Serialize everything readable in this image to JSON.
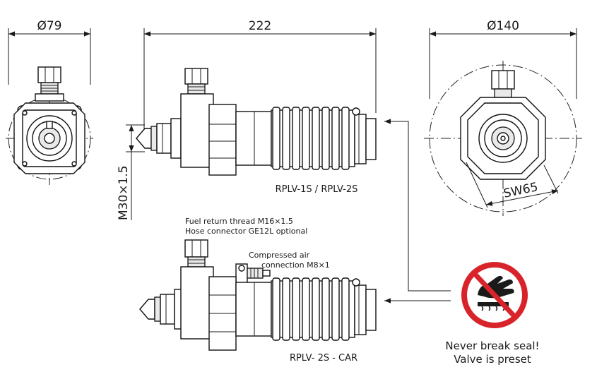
{
  "dimensions": {
    "left_diameter": "Ø79",
    "length": "222",
    "right_diameter": "Ø140",
    "thread": "M30×1.5",
    "wrench": "SW65"
  },
  "labels": {
    "top_model": "RPLV-1S / RPLV-2S",
    "bottom_model": "RPLV- 2S - CAR",
    "fuel_return_line1": "Fuel return thread  M16×1.5",
    "fuel_return_line2": "Hose connector GE12L optional",
    "compressed_air_line1": "Compressed air",
    "compressed_air_line2": "connection M8×1",
    "warning_line1": "Never break seal!",
    "warning_line2": "Valve is preset"
  },
  "warning_sign": {
    "ring_color": "#d8232a",
    "symbol_color": "#1a1a1a",
    "icon": "no-touch-hot-surface-icon"
  }
}
